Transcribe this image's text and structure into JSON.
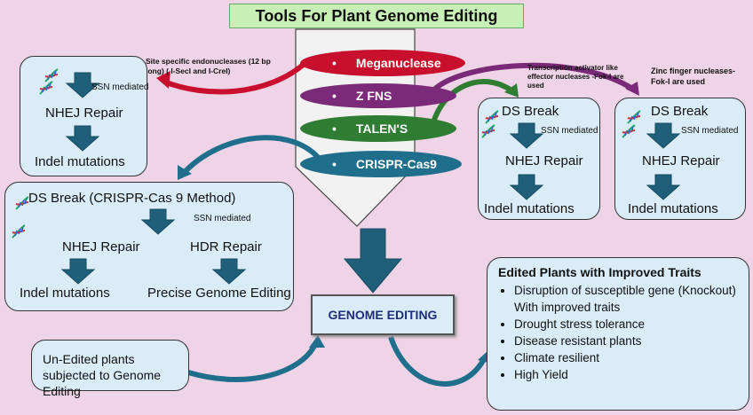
{
  "title": "Tools For Plant Genome Editing",
  "tools": [
    "Meganuclease",
    "Z FNS",
    "TALEN'S",
    "CRISPR-Cas9"
  ],
  "colors": {
    "meganuclease": "#c8102e",
    "zfns": "#7a2a78",
    "talens": "#2e7d32",
    "crispr": "#1f6e8c",
    "arrow": "#1f5f7a",
    "box": "#d9ecf7",
    "background": "#efd3e6",
    "title_bg": "#c8efb6"
  },
  "meganuclease_note": "Site specific endonucleases (12 bp long) ( I-SecI and I-CreI)",
  "talen_note": "Transcription activator like effector nucleases -Fok-I are used",
  "zfn_note": "Zinc finger nucleases- Fok-I are used",
  "mega_box": {
    "ssn": "SSN mediated",
    "repair": "NHEJ Repair",
    "result": "Indel mutations"
  },
  "talen_box": {
    "break": "DS Break",
    "ssn": "SSN mediated",
    "repair": "NHEJ Repair",
    "result": "Indel mutations"
  },
  "zfn_box": {
    "break": "DS Break",
    "ssn": "SSN mediated",
    "repair": "NHEJ Repair",
    "result": "Indel mutations"
  },
  "crispr_box": {
    "break": "DS Break (CRISPR-Cas 9 Method)",
    "ssn": "SSN mediated",
    "nhej": "NHEJ Repair",
    "hdr": "HDR Repair",
    "nhej_result": "Indel mutations",
    "hdr_result": "Precise Genome Editing"
  },
  "genome_editing": "GENOME EDITING",
  "unedited": "Un-Edited plants subjected to Genome Editing",
  "edited": {
    "title": "Edited Plants with Improved Traits",
    "items": [
      "Disruption of susceptible gene (Knockout) With improved traits",
      "Drought stress tolerance",
      "Disease resistant plants",
      "Climate resilient",
      "High Yield"
    ]
  }
}
